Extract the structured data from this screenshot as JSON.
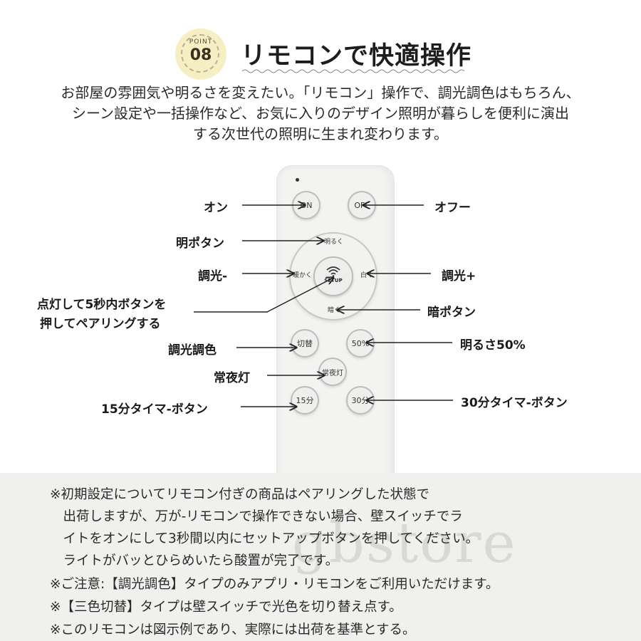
{
  "header": {
    "badge_point": "POINT",
    "badge_number": "08",
    "title": "リモコンで快適操作"
  },
  "intro": [
    "お部屋の雰囲気や明るさを変えたい。「リモコン」操作で、調光調色はもちろん、",
    "シーン設定や一括操作など、お気に入りのデザイン照明が暮らしを便利に演出",
    "する次世代の照明に生まれ変わります。"
  ],
  "remote": {
    "buttons": {
      "on": "ON",
      "off": "OFF",
      "switch": "切替",
      "fifty": "50%",
      "nightlight": "常夜灯",
      "fifteen": "15分",
      "thirty": "30分"
    },
    "dial": {
      "top": "明るく",
      "left": "暖かく",
      "right": "白く",
      "bottom": "暗く",
      "center": "SETUP"
    }
  },
  "labels": {
    "on": "オン",
    "off": "オフー",
    "bright": "明ポタン",
    "dim_minus": "調光-",
    "dim_plus": "調光+",
    "pairing_line1": "点灯して5秒内ボタンを",
    "pairing_line2": "押してペアリングする",
    "dark": "暗ポタン",
    "color": "調光調色",
    "fifty": "明るさ50%",
    "nightlight": "常夜灯",
    "timer15": "15分タイマ-ボタン",
    "timer30": "30分タイマ-ボタン"
  },
  "notes": [
    "※初期設定についてリモコン付ぎの商品はペアリングした状態で",
    "　出荷しますが、万が-リモコンで操作できない場合、壁スイッチでラ",
    "　イトをオンにして3秒間以内にセットアップボタンを押してください。",
    "　ライトがバッとひらめいたら酸置が完了です。",
    "※ご注意:【調光調色】タイプのみアプリ・リモコンをご利用いただけます。",
    "※【三色切替】タイプは壁スイッチで光色を切り替え点す。",
    "※このリモコンは図示例であり、実際には出荷を基準とする。"
  ],
  "watermark": {
    "main": "gbstore",
    "sub": "GBSTORE"
  },
  "colors": {
    "badge": "#f7efc4",
    "notes_bg": "#f0f0ee",
    "remote_body": "#f3f3f1"
  }
}
